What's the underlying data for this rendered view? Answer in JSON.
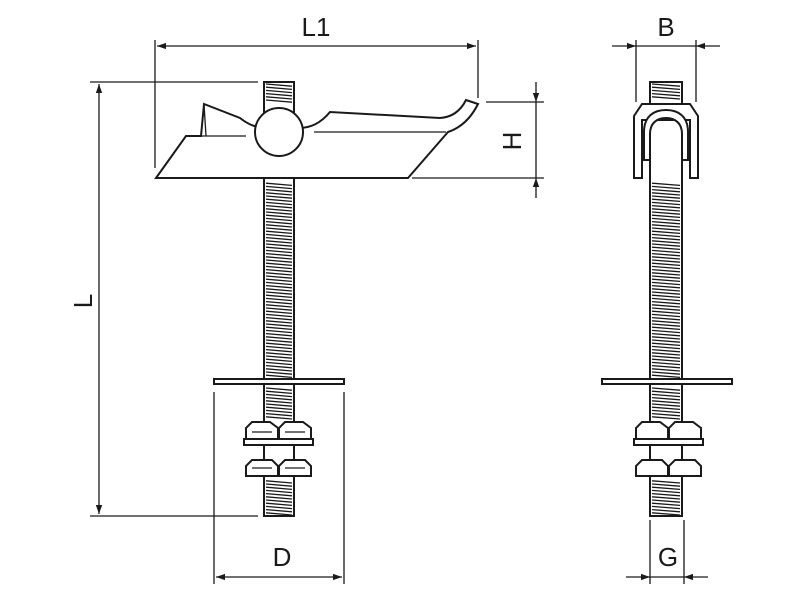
{
  "dimensions": {
    "l1": "L1",
    "h": "H",
    "l": "L",
    "d": "D",
    "b": "B",
    "g": "G"
  },
  "icons": {
    "front": "toggle-bolt-front-view-icon",
    "side": "toggle-bolt-side-view-icon"
  },
  "colors": {
    "line": "#1a1a1a",
    "background": "#ffffff"
  }
}
